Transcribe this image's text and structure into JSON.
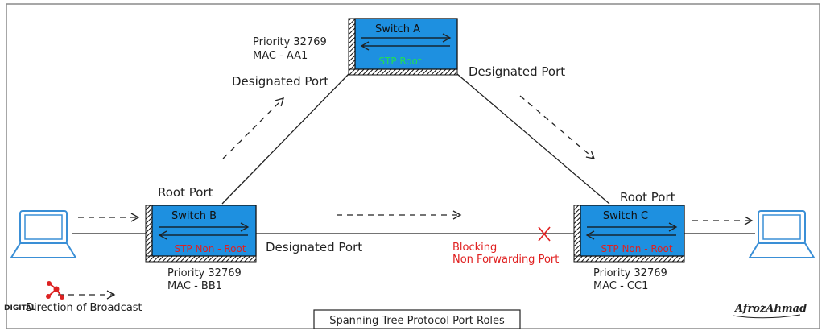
{
  "switches": {
    "a": {
      "name": "Switch A",
      "role": "STP Root",
      "priority": "Priority 32769",
      "mac": "MAC - AA1"
    },
    "b": {
      "name": "Switch B",
      "role": "STP Non - Root",
      "priority": "Priority 32769",
      "mac": "MAC - BB1"
    },
    "c": {
      "name": "Switch C",
      "role": "STP Non - Root",
      "priority": "Priority 32769",
      "mac": "MAC - CC1"
    }
  },
  "ports": {
    "a_left": "Designated Port",
    "a_right": "Designated Port",
    "b_top": "Root Port",
    "b_right": "Designated Port",
    "c_top": "Root Port",
    "c_left_line1": "Blocking",
    "c_left_line2": "Non Forwarding Port"
  },
  "legend": {
    "broadcast": "Direction of Broadcast"
  },
  "caption": "Spanning Tree Protocol Port Roles",
  "signature": "AfrozAhmad",
  "watermark": "DIGITAL",
  "colors": {
    "switch_fill": "#1e90e0",
    "root_label": "#22dd55",
    "nonroot_label": "#e02020",
    "blocking": "#e02020",
    "laptop": "#3a8fd6",
    "frame": "#888888"
  }
}
